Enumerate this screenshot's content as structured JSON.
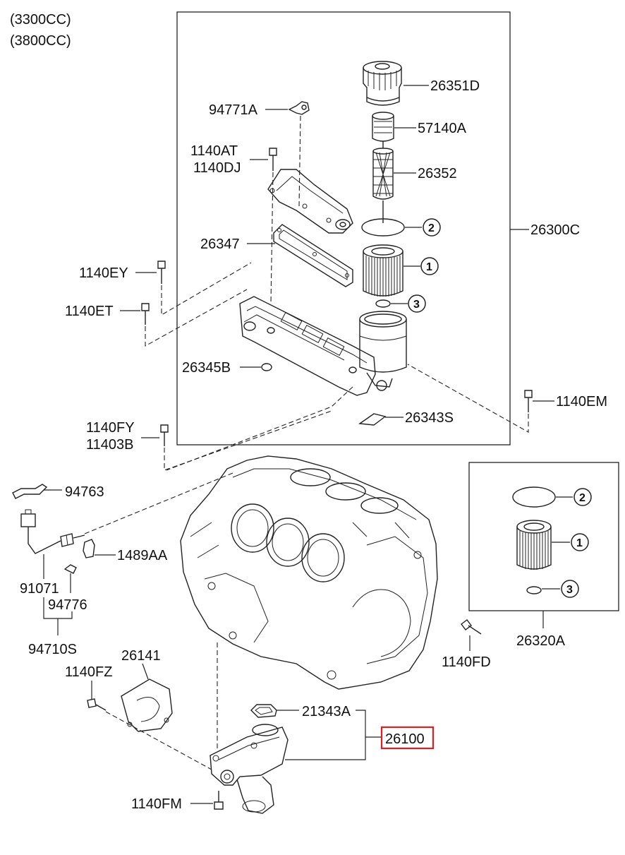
{
  "header": {
    "variant_1": "(3300CC)",
    "variant_2": "(3800CC)"
  },
  "labels": {
    "p26351D": "26351D",
    "p57140A": "57140A",
    "p26352": "26352",
    "p94771A": "94771A",
    "p1140AT": "1140AT",
    "p1140DJ": "1140DJ",
    "p26347": "26347",
    "p26300C": "26300C",
    "p1140EY": "1140EY",
    "p1140ET": "1140ET",
    "p26345B": "26345B",
    "p1140EM": "1140EM",
    "p26343S": "26343S",
    "p1140FY": "1140FY",
    "p11403B": "11403B",
    "p94763": "94763",
    "p1489AA": "1489AA",
    "p91071": "91071",
    "p94776": "94776",
    "p94710S": "94710S",
    "p26320A": "26320A",
    "p1140FD": "1140FD",
    "p1140FZ": "1140FZ",
    "p26141": "26141",
    "p21343A": "21343A",
    "p26100": "26100",
    "p1140FM": "1140FM"
  },
  "callouts": {
    "c1": "1",
    "c2": "2",
    "c3": "3",
    "k1": "1",
    "k2": "2",
    "k3": "3"
  },
  "colors": {
    "highlight": "#e02020",
    "line": "#222222"
  }
}
